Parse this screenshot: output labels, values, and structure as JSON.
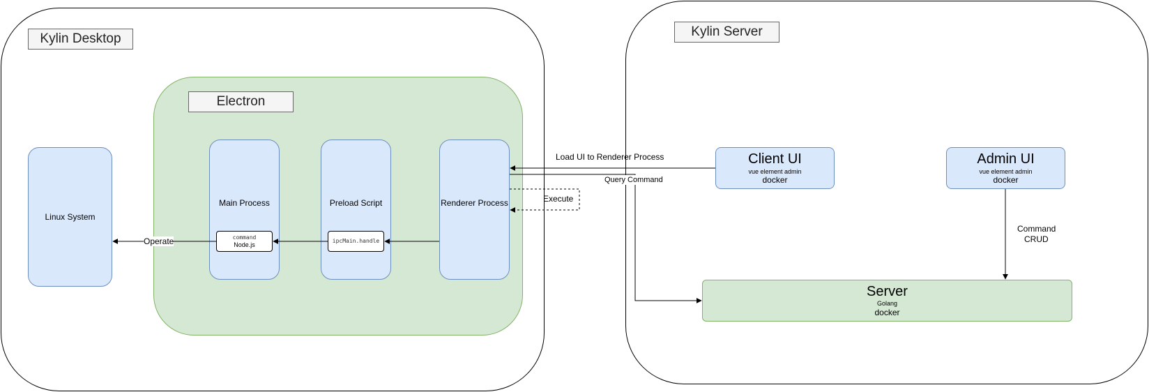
{
  "kylin_desktop": {
    "title": "Kylin Desktop"
  },
  "electron": {
    "title": "Electron"
  },
  "linux_system": {
    "label": "Linux System"
  },
  "main_process": {
    "label": "Main Process",
    "module_code": "command",
    "module_text": "Node.js"
  },
  "preload_script": {
    "label": "Preload Script",
    "handler_code": "ipcMain.handle"
  },
  "renderer_process": {
    "label": "Renderer Process"
  },
  "kylin_server": {
    "title": "Kylin Server"
  },
  "client_ui": {
    "title": "Client UI",
    "sub": "vue element admin",
    "deploy": "docker"
  },
  "admin_ui": {
    "title": "Admin UI",
    "sub": "vue element admin",
    "deploy": "docker"
  },
  "server": {
    "title": "Server",
    "sub": "Golang",
    "deploy": "docker"
  },
  "edge_labels": {
    "operate": "Operate",
    "load_ui": "Load UI to Renderer Process",
    "query_command": "Query Command",
    "execute": "Execute",
    "command": "Command",
    "crud": "CRUD"
  },
  "colors": {
    "blue_fill": "#dae8fc",
    "blue_stroke": "#6c8ebf",
    "green_fill": "#d5e8d4",
    "green_stroke": "#82b366",
    "title_fill": "#f5f5f5"
  }
}
